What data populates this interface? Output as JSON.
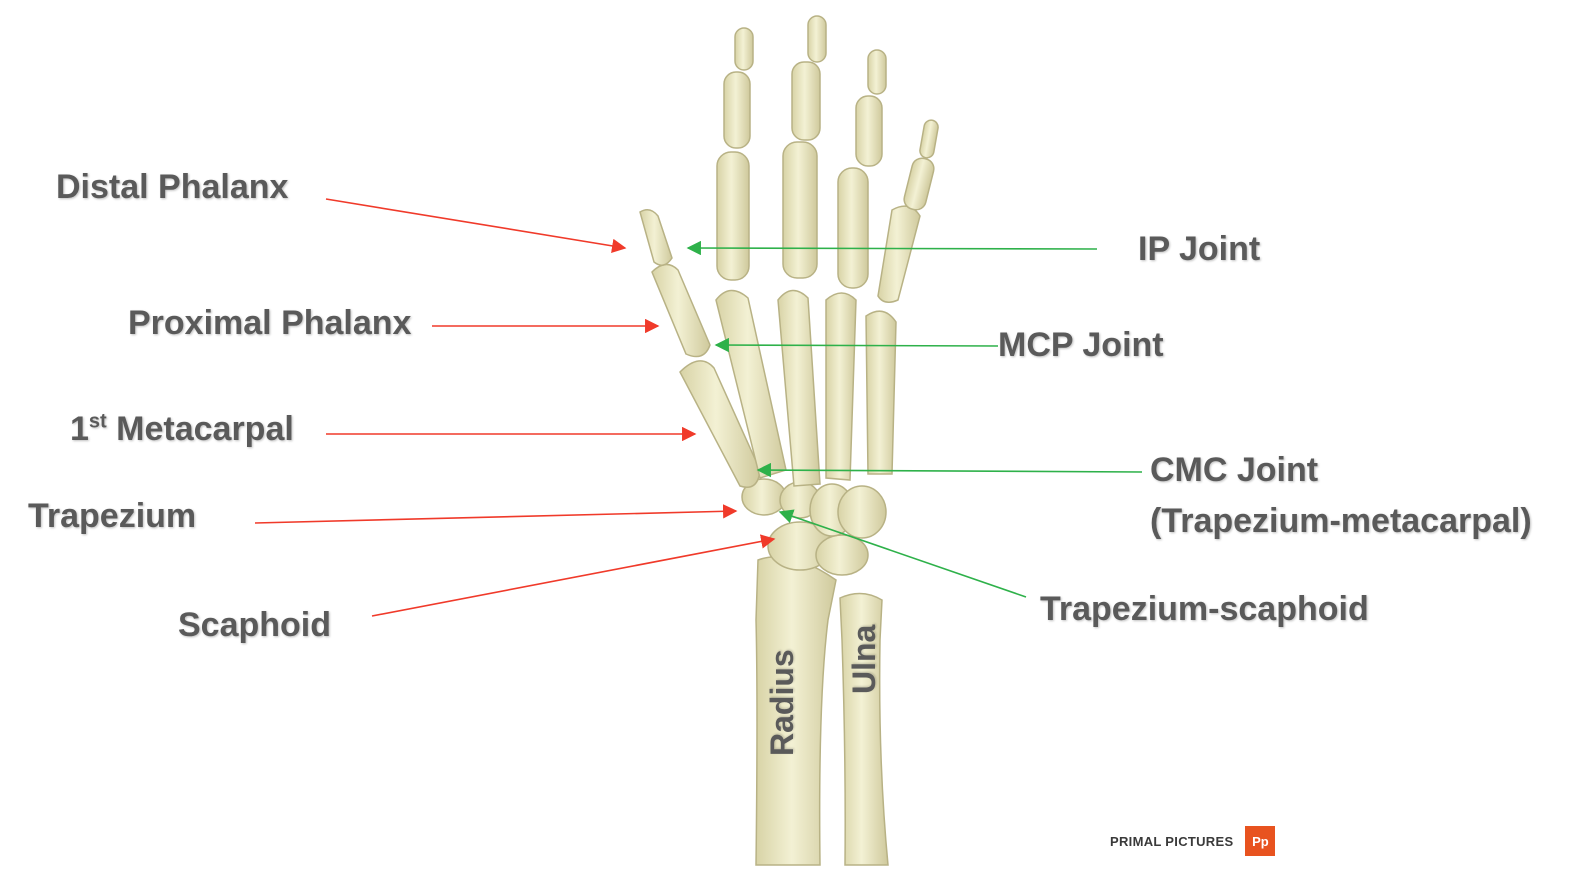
{
  "labels": {
    "distal_phalanx": "Distal Phalanx",
    "proximal_phalanx": "Proximal Phalanx",
    "first_metacarpal_num": "1",
    "first_metacarpal_sup": "st",
    "first_metacarpal": "Metacarpal",
    "trapezium": "Trapezium",
    "scaphoid": "Scaphoid",
    "ip_joint": "IP Joint",
    "mcp_joint": "MCP Joint",
    "cmc_joint": "CMC Joint",
    "cmc_joint_sub": "(Trapezium-metacarpal)",
    "trapezium_scaphoid": "Trapezium-scaphoid",
    "radius": "Radius",
    "ulna": "Ulna"
  },
  "brand": {
    "text": "PRIMAL PICTURES",
    "logo": "Pp"
  },
  "colors": {
    "bone": "#eeebc6",
    "bone_shade": "#c9c49a",
    "red_arrow": "#f03a2a",
    "green_arrow": "#2eb14a",
    "label": "#5a5a5a",
    "brand": "#e8531f"
  }
}
